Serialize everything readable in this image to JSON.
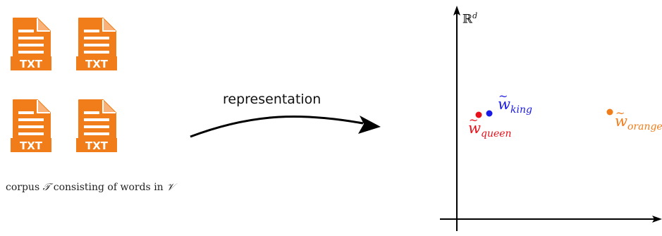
{
  "corpus": {
    "icons": [
      {
        "text": "TXT"
      },
      {
        "text": "TXT"
      },
      {
        "text": "TXT"
      },
      {
        "text": "TXT"
      }
    ],
    "caption": {
      "pre": "corpus",
      "corpus_symbol": "𝒯",
      "mid": "consisting of words in",
      "vocab_symbol": "𝒱"
    }
  },
  "transform": {
    "label": "representation"
  },
  "embedding_space": {
    "space_symbol": "ℝ",
    "space_exponent": "d",
    "points": [
      {
        "base": "w",
        "subscript": "queen",
        "color": "#e8101a"
      },
      {
        "base": "w",
        "subscript": "king",
        "color": "#1a1ae6"
      },
      {
        "base": "w",
        "subscript": "orange",
        "color": "#f07d1a"
      }
    ]
  },
  "colors": {
    "icon_orange": "#f07d1a",
    "axis": "#000000"
  }
}
